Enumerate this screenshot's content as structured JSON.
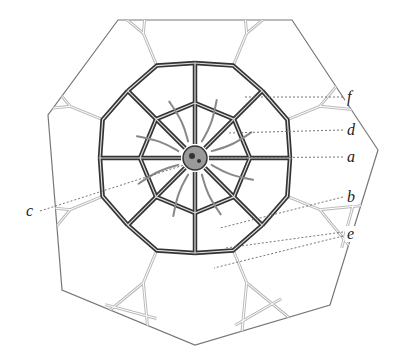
{
  "diagram": {
    "labels": [
      "f",
      "d",
      "a",
      "b",
      "c",
      "e"
    ]
  }
}
